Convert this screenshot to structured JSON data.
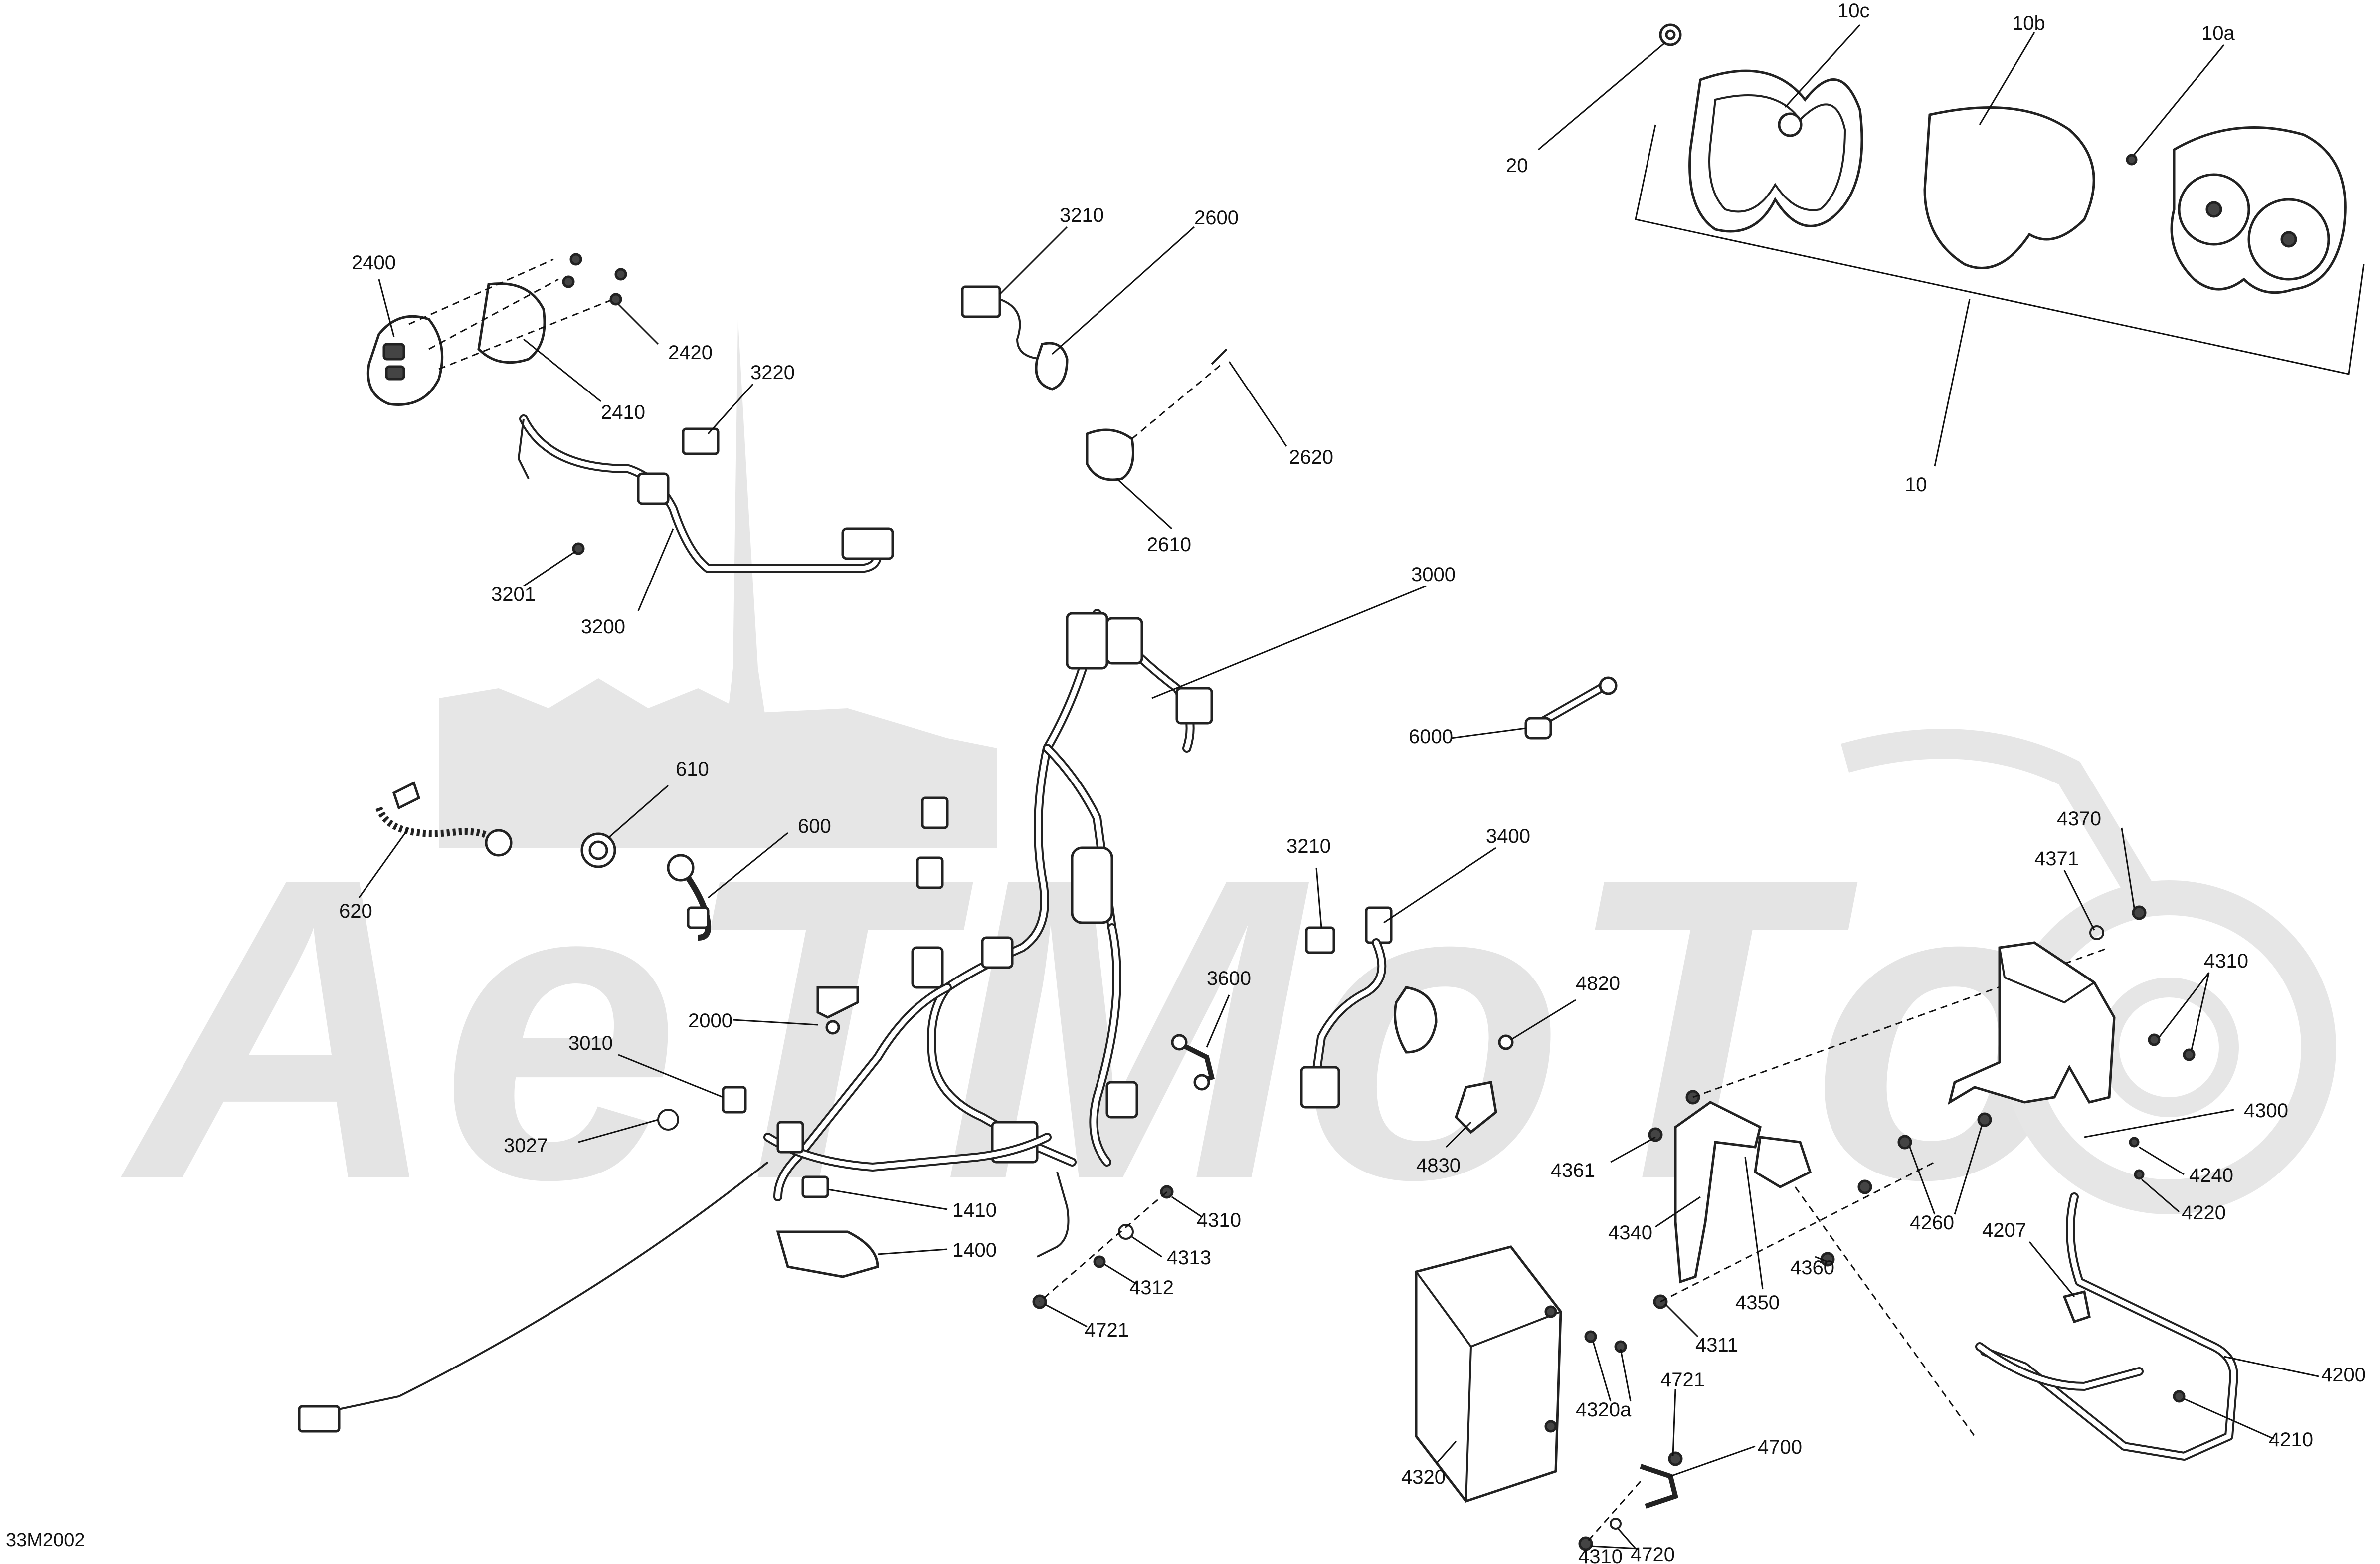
{
  "diagram_code": "33M2002",
  "callouts": [
    "10",
    "10a",
    "10b",
    "10c",
    "20",
    "2400",
    "2410",
    "2420",
    "3220",
    "3210",
    "2600",
    "2620",
    "2610",
    "3201",
    "3200",
    "3000",
    "6000",
    "610",
    "600",
    "620",
    "2000",
    "3010",
    "3027",
    "1410",
    "1400",
    "4310",
    "4313",
    "4312",
    "4721",
    "3210",
    "3400",
    "3600",
    "4820",
    "4830",
    "4361",
    "4340",
    "4350",
    "4360",
    "4311",
    "4320",
    "4320a",
    "4721",
    "4700",
    "4720",
    "4310",
    "4370",
    "4371",
    "4310",
    "4300",
    "4240",
    "4220",
    "4260",
    "4207",
    "4200",
    "4210"
  ],
  "watermark": "AeTMoTo"
}
